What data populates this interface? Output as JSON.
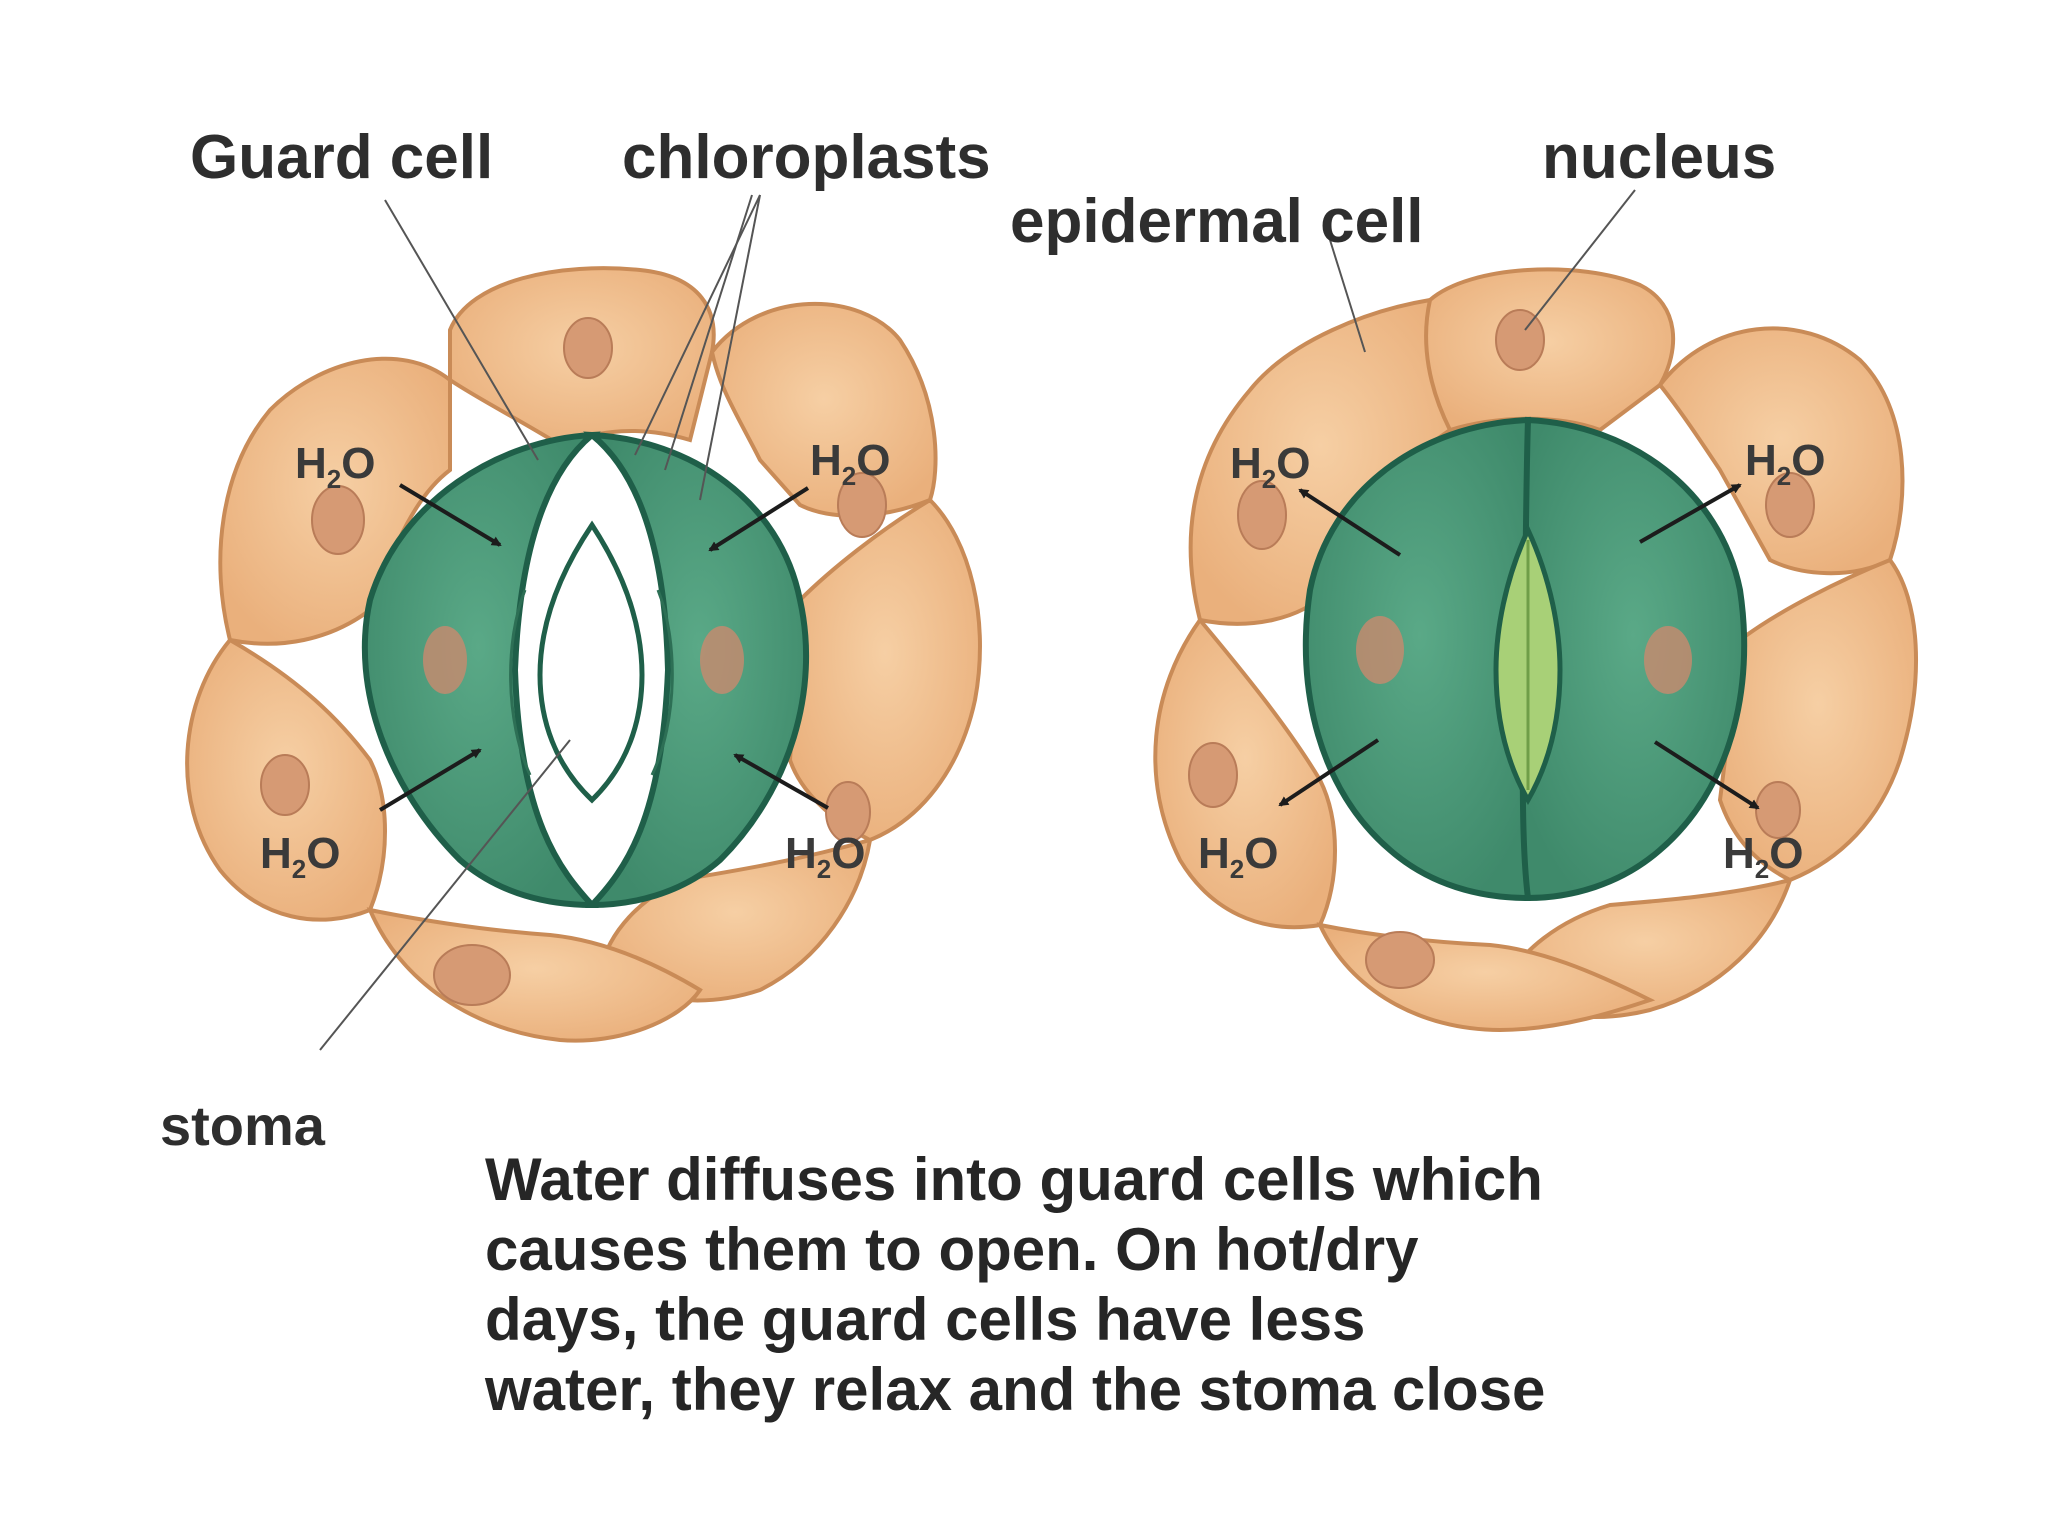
{
  "labels": {
    "guard_cell": "Guard cell",
    "chloroplasts": "chloroplasts",
    "epidermal_cell": "epidermal cell",
    "nucleus": "nucleus",
    "stoma": "stoma"
  },
  "water_label": {
    "main": "H",
    "subscript": "2",
    "tail": "O"
  },
  "caption": {
    "line1": "Water diffuses into guard cells which",
    "line2": "causes them to open.  On hot/dry",
    "line3": "days, the guard cells have less",
    "line4": "water, they relax and the stoma close"
  },
  "colors": {
    "epidermal_fill": "#f1c08e",
    "epidermal_stroke": "#c98b57",
    "nucleus_fill": "#d69a74",
    "guard_fill": "#4f9c7c",
    "guard_stroke": "#1f5f49",
    "pore_open": "#ffffff",
    "pore_closed": "#a8d077",
    "arrow": "#1c1c1c",
    "text": "#2e2e2e"
  }
}
